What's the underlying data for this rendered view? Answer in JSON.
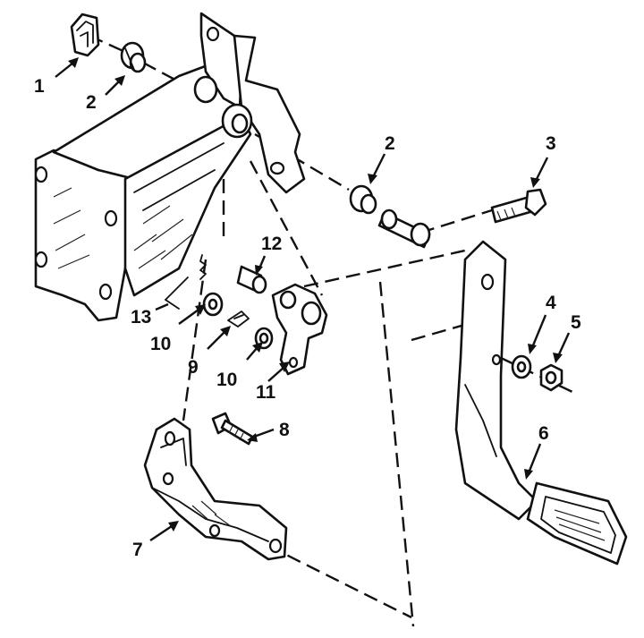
{
  "callouts": [
    {
      "id": "c1",
      "text": "1"
    },
    {
      "id": "c2a",
      "text": "2"
    },
    {
      "id": "c2b",
      "text": "2"
    },
    {
      "id": "c3",
      "text": "3"
    },
    {
      "id": "c4",
      "text": "4"
    },
    {
      "id": "c5",
      "text": "5"
    },
    {
      "id": "c6",
      "text": "6"
    },
    {
      "id": "c7",
      "text": "7"
    },
    {
      "id": "c8",
      "text": "8"
    },
    {
      "id": "c9",
      "text": "9"
    },
    {
      "id": "c10a",
      "text": "10"
    },
    {
      "id": "c10b",
      "text": "10"
    },
    {
      "id": "c11",
      "text": "11"
    },
    {
      "id": "c12",
      "text": "12"
    },
    {
      "id": "c13",
      "text": "13"
    }
  ]
}
